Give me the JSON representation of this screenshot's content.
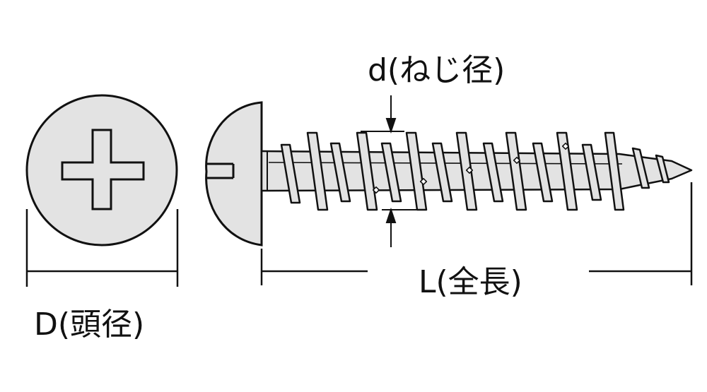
{
  "labels": {
    "thread_diameter": "d(ねじ径)",
    "total_length": "L(全長)",
    "head_diameter": "D(頭径)"
  },
  "colors": {
    "metal_fill": "#e3e3e3",
    "line": "#111111",
    "background": "#ffffff"
  },
  "icons": {
    "recess": "phillips-cross-recess-icon"
  }
}
